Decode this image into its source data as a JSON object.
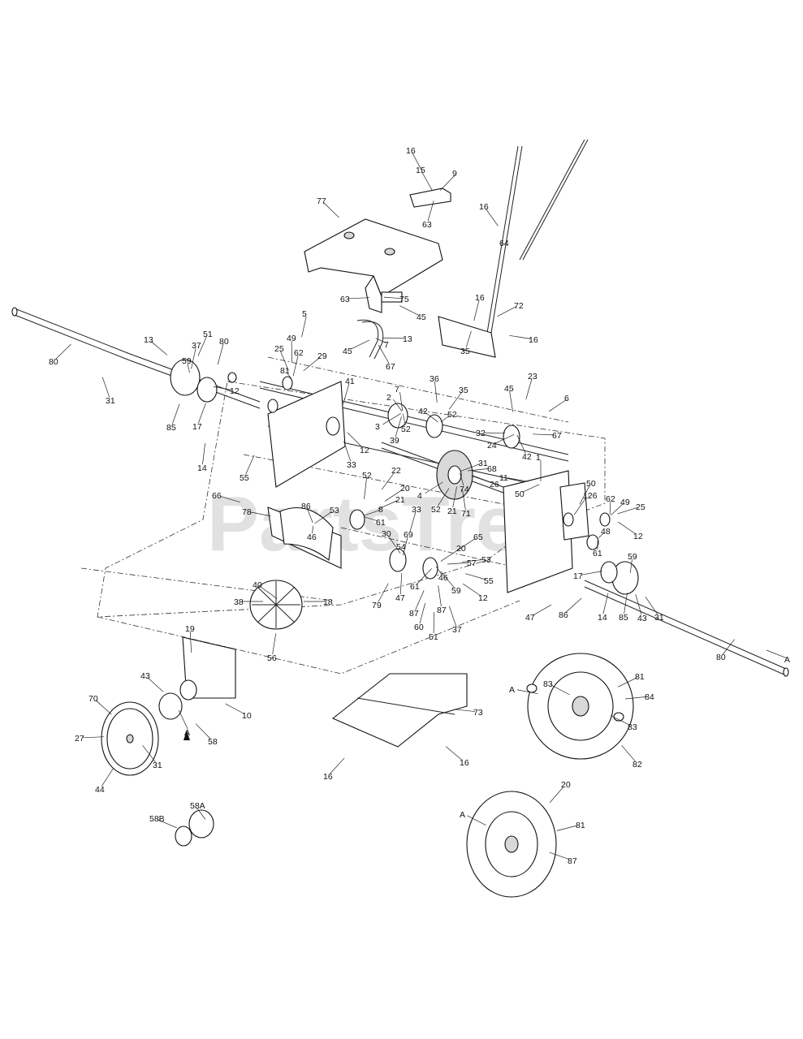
{
  "watermark": {
    "text": "PartsTree",
    "mark": "™"
  },
  "labels": [
    "16",
    "15",
    "9",
    "77",
    "63",
    "16",
    "64",
    "75",
    "63",
    "5",
    "72",
    "16",
    "45",
    "13",
    "7",
    "16",
    "80",
    "13",
    "31",
    "37",
    "51",
    "80",
    "59",
    "85",
    "17",
    "14",
    "25",
    "49",
    "62",
    "81",
    "29",
    "12",
    "45",
    "41",
    "67",
    "36",
    "35",
    "23",
    "45",
    "6",
    "35",
    "2",
    "7",
    "42",
    "52",
    "52",
    "32",
    "24",
    "67",
    "1",
    "42",
    "39",
    "22",
    "3",
    "12",
    "55",
    "33",
    "52",
    "20",
    "21",
    "66",
    "78",
    "86",
    "53",
    "46",
    "8",
    "61",
    "30",
    "54",
    "69",
    "33",
    "52",
    "4",
    "87",
    "31",
    "68",
    "11",
    "74",
    "26",
    "71",
    "50",
    "50",
    "126",
    "62",
    "49",
    "25",
    "21",
    "20",
    "65",
    "57",
    "53",
    "55",
    "59",
    "46",
    "87",
    "61",
    "47",
    "79",
    "18",
    "48",
    "12",
    "61",
    "59",
    "17",
    "85",
    "14",
    "86",
    "43",
    "31",
    "47",
    "12",
    "60",
    "51",
    "37",
    "80",
    "A",
    "40",
    "38",
    "19",
    "56",
    "10",
    "43",
    "70",
    "27",
    "44",
    "31",
    "58",
    "A",
    "58A",
    "58B",
    "73",
    "16",
    "16",
    "83",
    "81",
    "84",
    "A",
    "83",
    "82",
    "20",
    "81",
    "A",
    "87"
  ]
}
